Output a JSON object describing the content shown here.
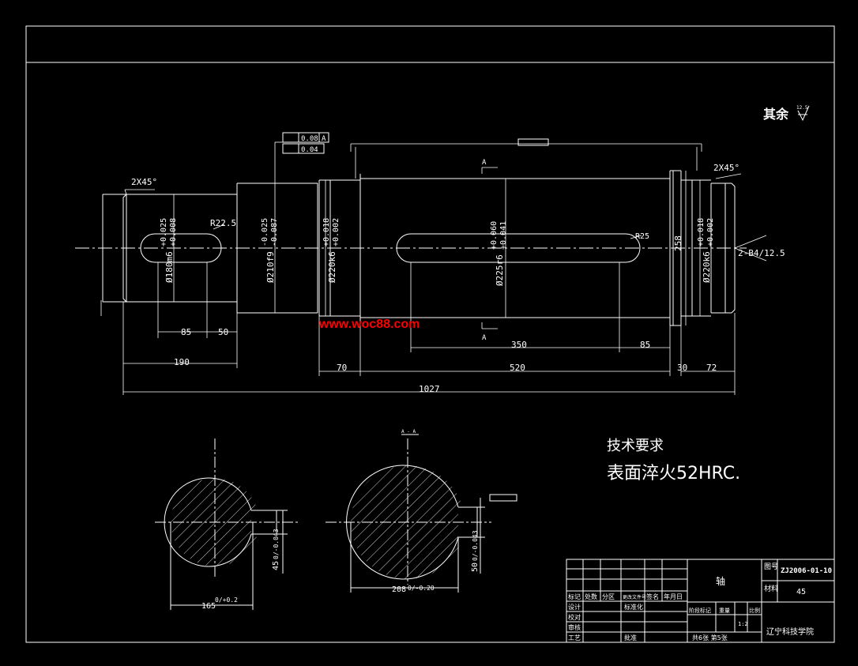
{
  "drawing": {
    "roughness_note": "其余",
    "roughness_value": "12.5",
    "watermark": "www.woc88.com",
    "tech_requirements": {
      "title": "技术要求",
      "line1": "表面淬火52HRC."
    },
    "section_label_a": "A",
    "section_label_aa": "A - A",
    "feature_control": [
      {
        "value": "0.08",
        "datum": "A"
      },
      {
        "value": "0.04"
      }
    ],
    "diameters": [
      "Ø180m6+0.025/+0.008",
      "Ø210f9-0.025/-0.087",
      "Ø220k6+0.018/+0.002",
      "Ø225r6+0.060/+0.041",
      "Ø220k6+0.018/+0.002"
    ],
    "diam_labels": {
      "d180": "Ø180m6",
      "d180_tol_upper": "+0.025",
      "d180_tol_lower": "+0.008",
      "d210": "Ø210f9",
      "d210_tol_upper": "-0.025",
      "d210_tol_lower": "-0.087",
      "d220a": "Ø220k6",
      "d220a_tol_upper": "+0.018",
      "d220a_tol_lower": "+0.002",
      "d225": "Ø225r6",
      "d225_tol_upper": "+0.060",
      "d225_tol_lower": "+0.041",
      "d258": "258",
      "d220b": "Ø220k6",
      "d220b_tol_upper": "+0.018",
      "d220b_tol_lower": "+0.002"
    },
    "radii": {
      "r_left": "R22.5",
      "r_right": "R25"
    },
    "chamfers": {
      "left": "2X45°",
      "right": "2X45°"
    },
    "center_hole": "2-B4/12.5",
    "lengths": {
      "l85_left": "85",
      "l50": "50",
      "l190": "190",
      "l70": "70",
      "l520": "520",
      "l350": "350",
      "l85_right": "85",
      "l30": "30",
      "l72": "72",
      "l1027": "1027"
    },
    "sections": {
      "left_width": "45",
      "left_width_tol": "0/-0.043",
      "left_depth": "165",
      "left_depth_tol": "0/+0.2",
      "right_width": "50",
      "right_width_tol": "0/-0.043",
      "right_depth": "208",
      "right_depth_tol": "0/-0.20"
    }
  },
  "title_block": {
    "part_name": "轴",
    "drawing_no_label": "图号",
    "drawing_no": "ZJ2006-01-10",
    "material_label": "材料",
    "material": "45",
    "org": "辽宁科技学院",
    "sheet_info": "共6张 第5张",
    "rev_headers": [
      "标记",
      "处数",
      "分区",
      "更改文件号",
      "签名",
      "年月日"
    ],
    "stage_headers": [
      "阶段标记",
      "重量",
      "比例"
    ],
    "roles": [
      "设计",
      "校对",
      "审核",
      "工艺"
    ],
    "std_label": "标准化",
    "approve_label": "批准",
    "scale": "1:2"
  },
  "colors": {
    "background": "#000000",
    "line": "#ffffff",
    "watermark": "#ff0000"
  }
}
